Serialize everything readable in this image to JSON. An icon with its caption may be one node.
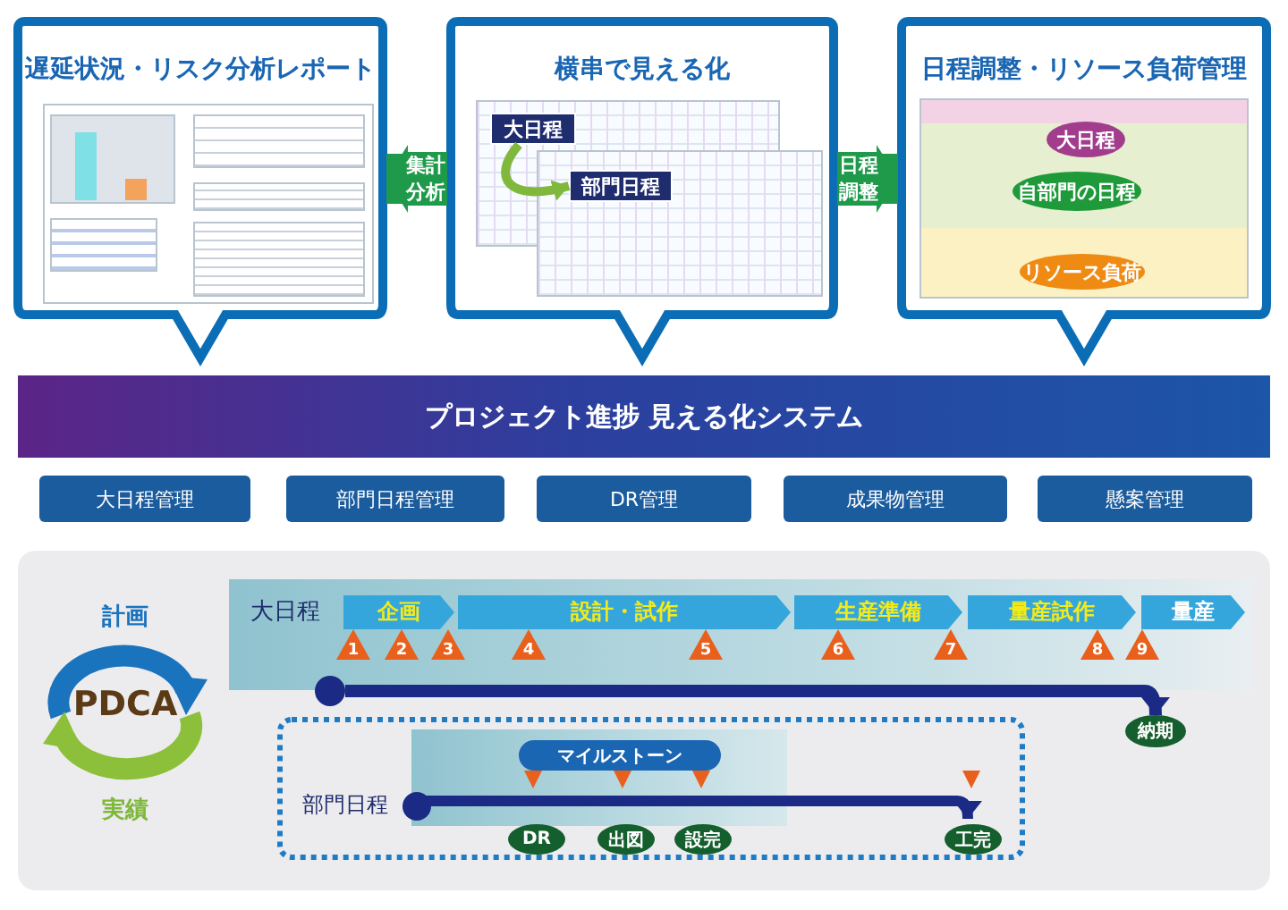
{
  "diagram": {
    "nodes": [
      {
        "text": [
          "遅延状況・リスク分析レポート"
        ]
      },
      {
        "text": [
          "横串で見える化"
        ]
      },
      {
        "text": [
          "大日程"
        ],
        "in": 1
      },
      {
        "text": [
          "部門日程"
        ],
        "in": 1
      },
      {
        "text": [
          "日程調整・リソース負荷管理"
        ]
      },
      {
        "text": [
          "大日程"
        ],
        "in": 4
      },
      {
        "text": [
          "自部門の日程"
        ],
        "in": 4
      },
      {
        "text": [
          "リソース負荷"
        ],
        "in": 4
      },
      {
        "text": [
          "プロジェクト進捗 見える化システム"
        ]
      },
      {
        "text": [
          "大日程管理"
        ]
      },
      {
        "text": [
          "部門日程管理"
        ]
      },
      {
        "text": [
          "DR管理"
        ]
      },
      {
        "text": [
          "成果物管理"
        ]
      },
      {
        "text": [
          "懸案管理"
        ]
      },
      {
        "text": [],
        "shape": "box"
      },
      {
        "text": [
          "計画",
          "PDCA",
          "実績"
        ],
        "in": 14
      },
      {
        "text": [
          "大日程"
        ],
        "in": 14
      },
      {
        "text": [
          "企画"
        ],
        "in": 16
      },
      {
        "text": [
          "設計・試作"
        ],
        "in": 16
      },
      {
        "text": [
          "生産準備"
        ],
        "in": 16
      },
      {
        "text": [
          "量産試作"
        ],
        "in": 16
      },
      {
        "text": [
          "量産"
        ],
        "in": 16
      },
      {
        "text": [
          "1"
        ],
        "in": 16
      },
      {
        "text": [
          "2"
        ],
        "in": 16
      },
      {
        "text": [
          "3"
        ],
        "in": 16
      },
      {
        "text": [
          "4"
        ],
        "in": 16
      },
      {
        "text": [
          "5"
        ],
        "in": 16
      },
      {
        "text": [
          "6"
        ],
        "in": 16
      },
      {
        "text": [
          "7"
        ],
        "in": 16
      },
      {
        "text": [
          "8"
        ],
        "in": 16
      },
      {
        "text": [
          "9"
        ],
        "in": 16
      },
      {
        "text": [],
        "shape": "circle",
        "in": 14
      },
      {
        "text": [
          "納期"
        ],
        "in": 14
      },
      {
        "text": [],
        "shape": "box",
        "in": 14
      },
      {
        "text": [],
        "shape": "circle",
        "in": 33,
        "beside": [
          "部門日程"
        ]
      },
      {
        "text": [
          "マイルストーン"
        ],
        "in": 33
      },
      {
        "text": [
          "DR"
        ],
        "in": 33
      },
      {
        "text": [
          "出図"
        ],
        "in": 33
      },
      {
        "text": [
          "設完"
        ],
        "in": 33
      },
      {
        "text": [
          "工完"
        ],
        "in": 33
      }
    ],
    "edges": [
      {
        "from": 1,
        "to": 0,
        "arrow": "to",
        "label": "集計分析",
        "style": "thick",
        "color": "#1e9a4a"
      },
      {
        "from": 1,
        "to": 4,
        "arrow": "to",
        "label": "日程調整",
        "style": "thick",
        "color": "#1e9a4a"
      },
      {
        "from": 2,
        "to": 3,
        "arrow": "to",
        "color": "#7fb83a"
      },
      {
        "from": 31,
        "to": 32,
        "arrow": "to",
        "color": "#1b2a84"
      },
      {
        "from": 34,
        "to": 39,
        "arrow": "to",
        "color": "#1b2a84"
      }
    ]
  }
}
